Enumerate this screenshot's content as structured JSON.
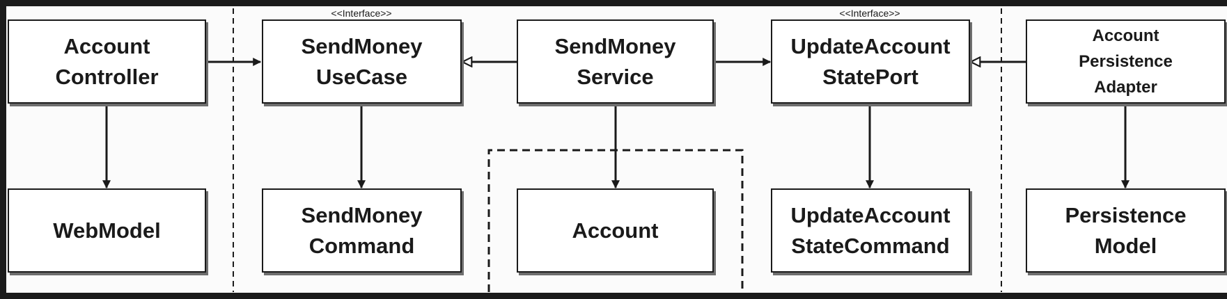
{
  "colors": {
    "background": "#fbfbfb",
    "frame": "#1b1b1b",
    "stroke": "#1a1a1a",
    "shadow": "#6e6e6e"
  },
  "boxes": {
    "account_controller": "Account\nController",
    "send_money_use_case": "SendMoney\nUseCase",
    "send_money_service": "SendMoney\nService",
    "update_account_state_port": "UpdateAccount\nStatePort",
    "account_persistence_adapter": "Account\nPersistence\nAdapter",
    "web_model": "WebModel",
    "send_money_command": "SendMoney\nCommand",
    "account": "Account",
    "update_account_state_command": "UpdateAccount\nStateCommand",
    "persistence_model": "Persistence\nModel"
  },
  "stereotypes": {
    "send_money_use_case": "<<Interface>>",
    "update_account_state_port": "<<Interface>>"
  }
}
